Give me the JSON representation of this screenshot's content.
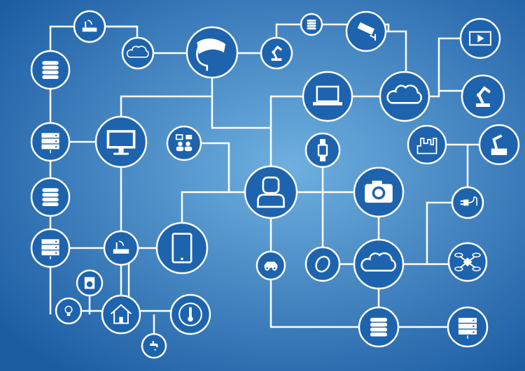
{
  "colors": {
    "background_center": "#6fb0e0",
    "background_edge": "#1c5ca3",
    "node_fill": "#1e63ad",
    "line": "#ffffff"
  },
  "nodes": [
    {
      "id": "router-top",
      "icon": "wifi-router-icon"
    },
    {
      "id": "database-top-left",
      "icon": "database-icon"
    },
    {
      "id": "cloud-small",
      "icon": "cloud-icon"
    },
    {
      "id": "vr-headset",
      "icon": "vr-headset-icon"
    },
    {
      "id": "robot-arm-small",
      "icon": "robot-arm-icon"
    },
    {
      "id": "database-small",
      "icon": "database-icon"
    },
    {
      "id": "security-camera",
      "icon": "security-camera-icon"
    },
    {
      "id": "media-display",
      "icon": "media-display-icon"
    },
    {
      "id": "laptop",
      "icon": "laptop-icon"
    },
    {
      "id": "cloud-right",
      "icon": "cloud-icon"
    },
    {
      "id": "robot-arm-right",
      "icon": "robot-arm-icon"
    },
    {
      "id": "server-left",
      "icon": "server-icon"
    },
    {
      "id": "monitor",
      "icon": "monitor-icon"
    },
    {
      "id": "people",
      "icon": "people-chat-icon"
    },
    {
      "id": "smartwatch",
      "icon": "smartwatch-icon"
    },
    {
      "id": "factory",
      "icon": "factory-icon"
    },
    {
      "id": "industrial-robot",
      "icon": "industrial-robot-icon"
    },
    {
      "id": "database-left",
      "icon": "database-icon"
    },
    {
      "id": "user",
      "icon": "user-icon"
    },
    {
      "id": "camera",
      "icon": "camera-icon"
    },
    {
      "id": "plug",
      "icon": "plug-icon"
    },
    {
      "id": "server-left-bottom",
      "icon": "server-icon"
    },
    {
      "id": "router-mid",
      "icon": "wifi-router-icon"
    },
    {
      "id": "tablet",
      "icon": "tablet-icon"
    },
    {
      "id": "car",
      "icon": "car-icon"
    },
    {
      "id": "ring",
      "icon": "ring-icon"
    },
    {
      "id": "cloud-bottom",
      "icon": "cloud-icon"
    },
    {
      "id": "drone",
      "icon": "drone-icon"
    },
    {
      "id": "washing-machine",
      "icon": "washing-machine-icon"
    },
    {
      "id": "light-bulb",
      "icon": "light-bulb-icon"
    },
    {
      "id": "house",
      "icon": "house-icon"
    },
    {
      "id": "thermostat",
      "icon": "thermostat-icon"
    },
    {
      "id": "faucet",
      "icon": "faucet-icon"
    },
    {
      "id": "database-bottom",
      "icon": "database-icon"
    },
    {
      "id": "server-bottom",
      "icon": "server-icon"
    }
  ]
}
